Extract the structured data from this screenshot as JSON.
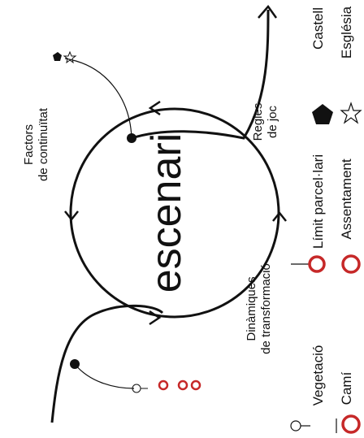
{
  "diagram": {
    "center_label": "escenari",
    "labels": {
      "factors_line1": "Factors",
      "factors_line2": "de continuïtat",
      "regles_line1": "Regles",
      "regles_line2": "de joc",
      "dinamiques_line1": "Dinàmiques",
      "dinamiques_line2": "de transformació"
    }
  },
  "legend": {
    "castell": "Castell",
    "esglesia": "Església",
    "limit": "Límit parcel·lari",
    "assentament": "Assentament",
    "vegetacio": "Vegetació",
    "cami": "Camí"
  },
  "colors": {
    "ink": "#111111",
    "accent_red": "#c62828"
  },
  "icons": [
    "pentagon-castell-icon",
    "star-esglesia-icon",
    "red-circle-icon",
    "lollipop-vegetacio-icon"
  ]
}
